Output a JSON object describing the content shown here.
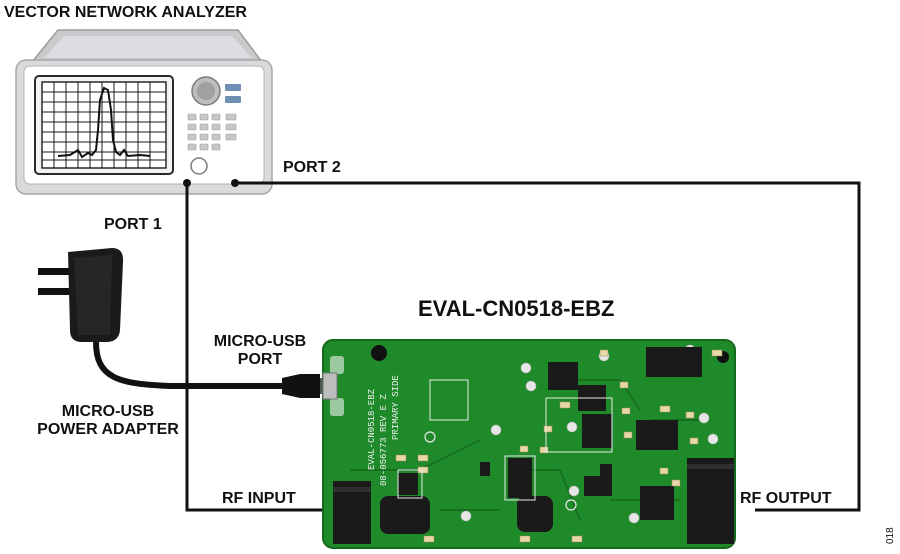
{
  "labels": {
    "vna_title": "VECTOR NETWORK ANALYZER",
    "port2": "PORT 2",
    "port1": "PORT 1",
    "board_name": "EVAL-CN0518-EBZ",
    "usb_port_line1": "MICRO-USB",
    "usb_port_line2": "PORT",
    "usb_adapter_line1": "MICRO-USB",
    "usb_adapter_line2": "POWER ADAPTER",
    "rf_input": "RF INPUT",
    "rf_output": "RF OUTPUT",
    "figure_number": "018"
  },
  "board": {
    "silk_line1": "EVAL-CN0518-EBZ",
    "silk_line2": "08-056773 REV E Z",
    "silk_line3": "PRIMARY SIDE"
  },
  "colors": {
    "pcb_green": "#1f8a2a",
    "pcb_dark": "#146a1c",
    "cable": "#111111",
    "instrument_body": "#d9dadb",
    "instrument_panel": "#ffffff",
    "screen_grid": "#1a1a1a",
    "accent_button": "#6f8fb5"
  }
}
